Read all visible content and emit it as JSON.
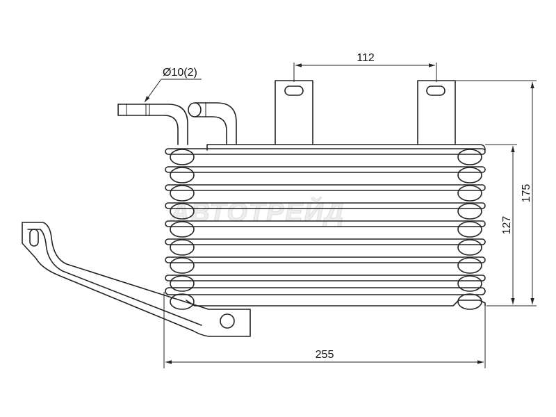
{
  "watermark": "АВТОТРЕЙД",
  "dimensions": {
    "width": "255",
    "height_total": "175",
    "height_core": "127",
    "bracket_spacing": "112",
    "tube_diameter": "Ø10(2)"
  },
  "colors": {
    "line": "#222222",
    "background": "#ffffff",
    "watermark": "#dddddd"
  }
}
